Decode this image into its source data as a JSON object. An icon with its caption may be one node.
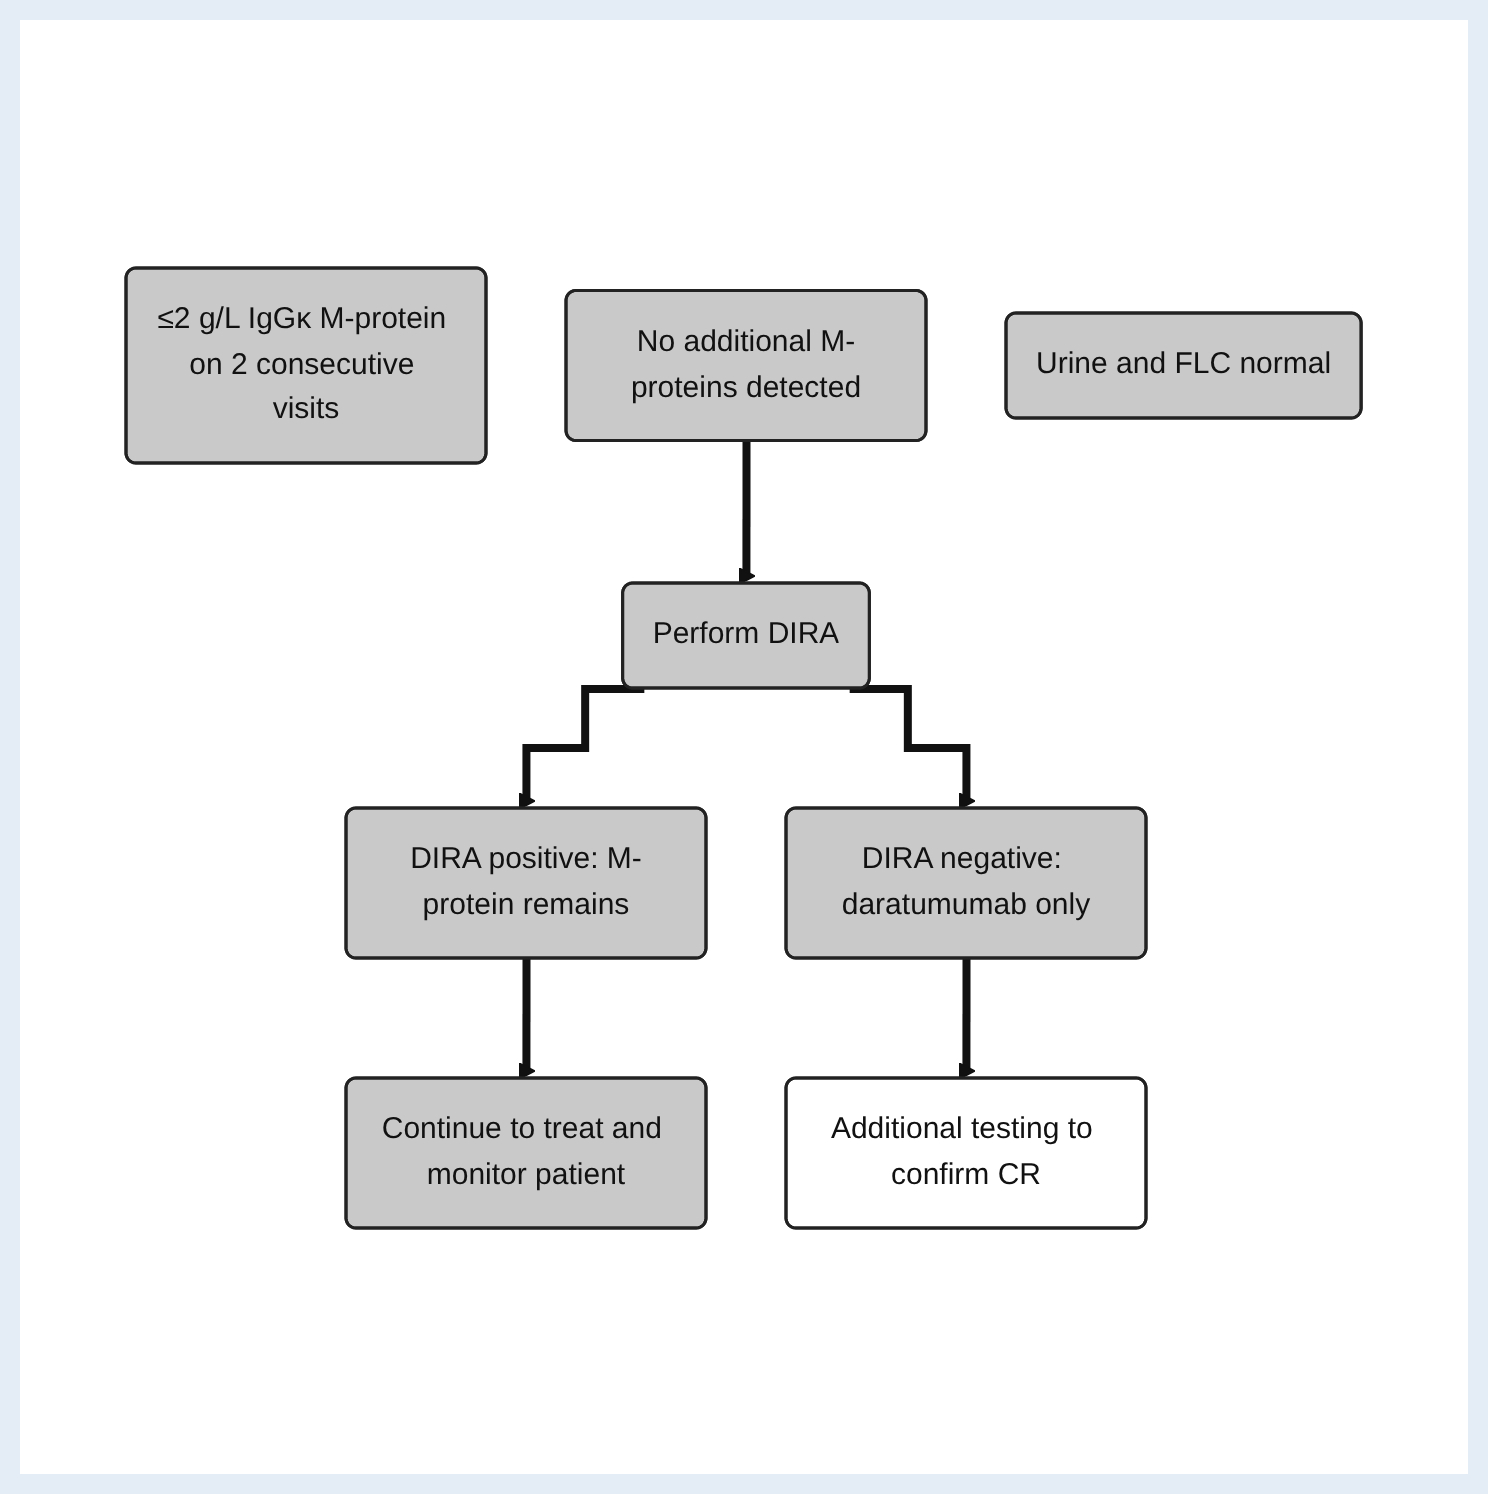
{
  "diagram": {
    "nodes": [
      {
        "text": [
          "≤2 g/L IgGκ M-protein on 2 consecutive visits"
        ]
      },
      {
        "text": [
          "No additional M-proteins detected"
        ]
      },
      {
        "text": [
          "Urine and FLC normal"
        ]
      },
      {
        "text": [
          "Perform DIRA"
        ]
      },
      {
        "text": [
          "DIRA positive: M-protein remains"
        ]
      },
      {
        "text": [
          "DIRA negative: daratumumab only"
        ]
      },
      {
        "text": [
          "Continue to treat and monitor patient"
        ]
      },
      {
        "text": [
          "Additional testing to confirm CR"
        ]
      }
    ],
    "edges": [
      {
        "from": 1,
        "to": 3,
        "arrow": "to"
      },
      {
        "from": 3,
        "to": 4,
        "arrow": "to"
      },
      {
        "from": 3,
        "to": 5,
        "arrow": "to"
      },
      {
        "from": 4,
        "to": 6,
        "arrow": "to"
      },
      {
        "from": 5,
        "to": 7,
        "arrow": "to"
      }
    ]
  }
}
